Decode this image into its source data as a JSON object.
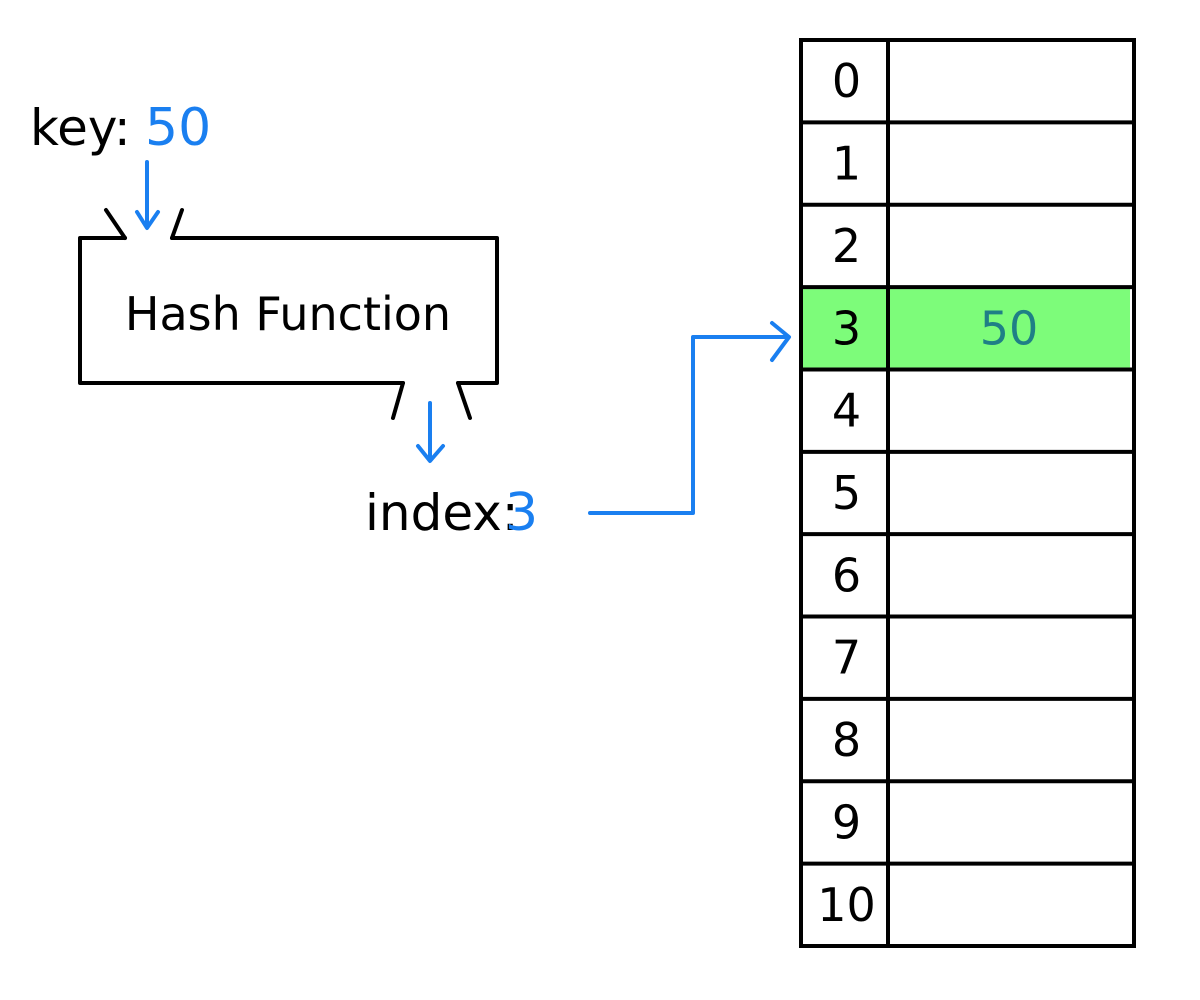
{
  "key": {
    "label": "key:",
    "value": "50"
  },
  "hash_function": {
    "label": "Hash Function"
  },
  "index": {
    "label": "index:",
    "value": "3"
  },
  "table": {
    "rows": [
      {
        "index": "0",
        "value": ""
      },
      {
        "index": "1",
        "value": ""
      },
      {
        "index": "2",
        "value": ""
      },
      {
        "index": "3",
        "value": "50",
        "highlighted": true
      },
      {
        "index": "4",
        "value": ""
      },
      {
        "index": "5",
        "value": ""
      },
      {
        "index": "6",
        "value": ""
      },
      {
        "index": "7",
        "value": ""
      },
      {
        "index": "8",
        "value": ""
      },
      {
        "index": "9",
        "value": ""
      },
      {
        "index": "10",
        "value": ""
      }
    ]
  },
  "colors": {
    "ink": "#000000",
    "accent_blue": "#1a7ff0",
    "highlight_green": "#7dfc7a",
    "value_teal": "#1f7f86"
  }
}
